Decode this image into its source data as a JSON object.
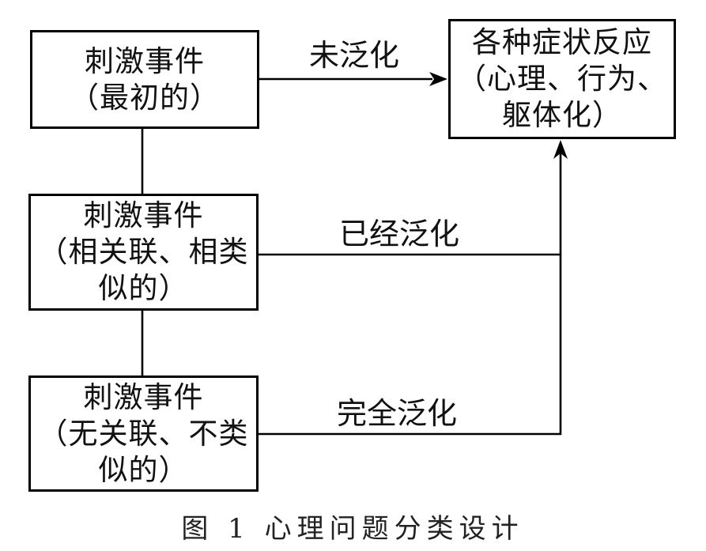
{
  "diagram": {
    "boxes": {
      "initial": {
        "lines": [
          "刺激事件",
          "（最初的）"
        ]
      },
      "related": {
        "lines": [
          "刺激事件",
          "（相关联、相类",
          "似的）"
        ]
      },
      "unrelated": {
        "lines": [
          "刺激事件",
          "（无关联、不类",
          "似的）"
        ]
      },
      "symptoms": {
        "lines": [
          "各种症状反应",
          "（心理、行为、",
          "躯体化）"
        ]
      }
    },
    "edges": {
      "not_generalized": {
        "label": "未泛化",
        "from": "initial",
        "to": "symptoms"
      },
      "already_generalized": {
        "label": "已经泛化",
        "from": "related",
        "to": "symptoms"
      },
      "fully_generalized": {
        "label": "完全泛化",
        "from": "unrelated",
        "to": "symptoms"
      }
    },
    "caption": "图 1  心理问题分类设计",
    "colors": {
      "line": "#000000",
      "text": "#111111",
      "background": "#ffffff"
    }
  }
}
